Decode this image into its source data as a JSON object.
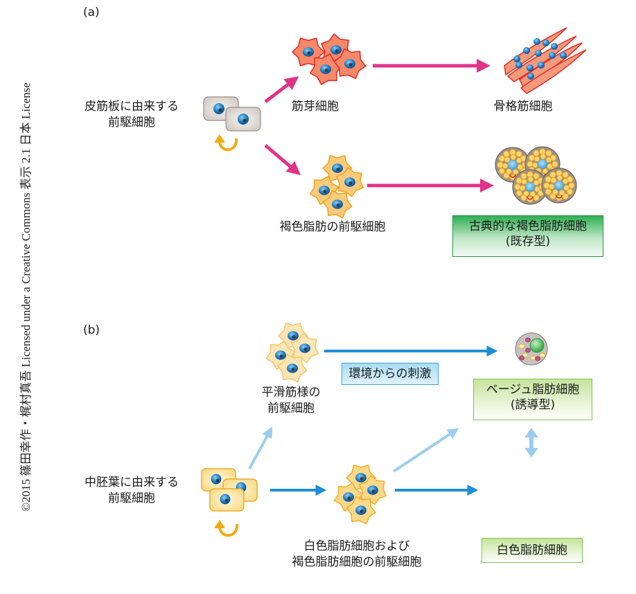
{
  "credit": "©2015 篠田幸作・梶村真吾 Licensed under a Creative Commons 表示 2.1 日本 License",
  "panel_a": {
    "label": "(a)",
    "source": [
      "皮筋板に由来する",
      "前駆細胞"
    ],
    "myoblast": "筋芽細胞",
    "skeletal_muscle": "骨格筋細胞",
    "brown_preadipocyte": "褐色脂肪の前駆細胞",
    "classic_brown_box": [
      "古典的な褐色脂肪細胞",
      "(既存型)"
    ]
  },
  "panel_b": {
    "label": "(b)",
    "smooth_muscle_like": [
      "平滑筋様の",
      "前駆細胞"
    ],
    "stimulus_box": "環境からの刺激",
    "beige_box": [
      "ベージュ脂肪細胞",
      "(誘導型)"
    ],
    "source": [
      "中胚葉に由来する",
      "前駆細胞"
    ],
    "white_brown_precursor": [
      "白色脂肪細胞および",
      "褐色脂肪細胞の前駆細胞"
    ],
    "white_box": "白色脂肪細胞"
  },
  "colors": {
    "arrow_a": "#e0338a",
    "arrow_b": "#1e8fd6",
    "arrow_b_light": "#9ccdee",
    "renewal_arrow": "#f5a90f"
  },
  "icons": [
    "self-renewal-arrow-icon",
    "cell-nucleus-icon"
  ]
}
